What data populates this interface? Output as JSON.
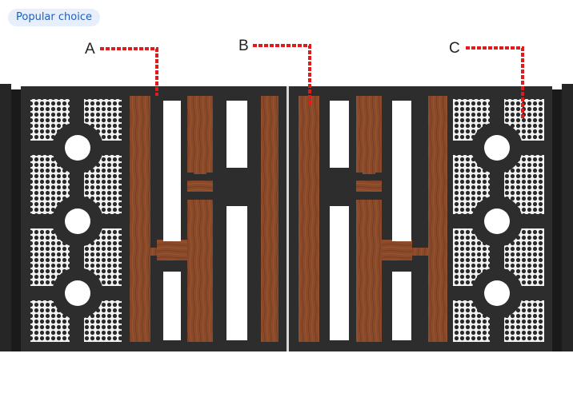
{
  "badge": {
    "label": "Popular choice"
  },
  "callouts": [
    {
      "letter": "A"
    },
    {
      "letter": "B"
    },
    {
      "letter": "C"
    }
  ],
  "colors": {
    "frame": "#2d2d2d",
    "frame_dark": "#1e1e1e",
    "wood": "#8a4a2a",
    "wood_grain": "#6e3a20",
    "callout_line": "#e01b1b",
    "badge_bg": "#e6effb",
    "badge_text": "#1f5fbf"
  },
  "product": {
    "type": "double swing gate",
    "panels": [
      "perforated metal with circle cut-outs",
      "wood-effect H pattern slats"
    ]
  }
}
